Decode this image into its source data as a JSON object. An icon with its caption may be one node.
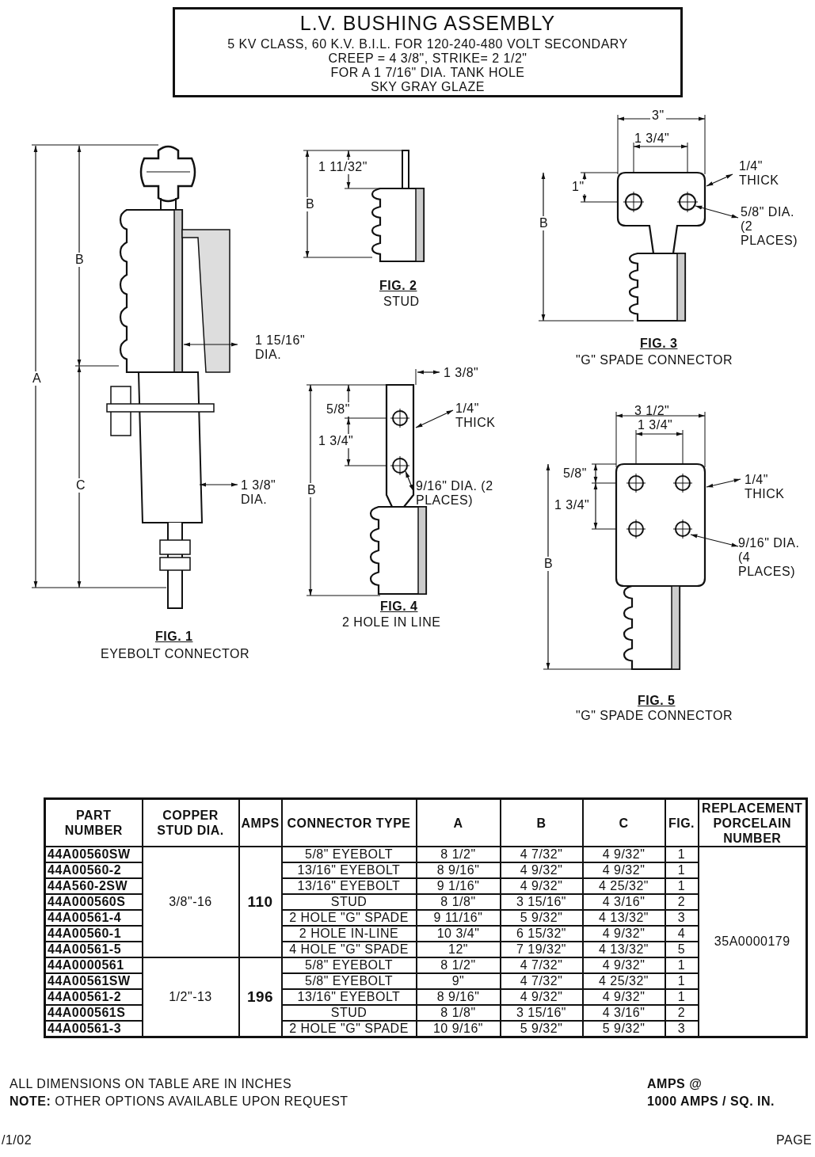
{
  "diagram": {
    "title": "L.V. BUSHING ASSEMBLY",
    "labels": [
      "5 KV CLASS, 60 K.V. B.I.L. FOR 120-240-480 VOLT SECONDARY",
      "CREEP = 4 3/8\",  STRIKE= 2 1/2\"",
      "FOR A 1 7/16\" DIA. TANK HOLE",
      "SKY GRAY GLAZE",
      "B",
      "A",
      "C",
      "1 15/16\" DIA.",
      "1 3/8\" DIA.",
      "FIG. 1",
      "EYEBOLT CONNECTOR",
      "1 11/32\"",
      "B",
      "FIG. 2",
      "STUD",
      "3\"",
      "1 3/4\"",
      "1/4\" THICK",
      "1\"",
      "5/8\" DIA. (2 PLACES)",
      "B",
      "FIG. 3",
      "\"G\" SPADE CONNECTOR",
      "1 3/8\"",
      "5/8\"",
      "1/4\" THICK",
      "1 3/4\"",
      "B",
      "9/16\" DIA. (2 PLACES)",
      "FIG. 4",
      "2 HOLE IN LINE",
      "3 1/2\"",
      "1 3/4\"",
      "1/4\" THICK",
      "5/8\"",
      "1 3/4\"",
      "9/16\" DIA. (4 PLACES)",
      "B",
      "FIG. 5",
      "\"G\" SPADE CONNECTOR",
      "PART NUMBER",
      "COPPER STUD DIA.",
      "AMPS",
      "CONNECTOR TYPE",
      "A",
      "B",
      "C",
      "FIG.",
      "REPLACEMENT PORCELAIN NUMBER",
      "44A00560SW",
      "3/8\"-16",
      "110",
      "5/8\" EYEBOLT",
      "8 1/2\"",
      "4 7/32\"",
      "4 9/32\"",
      "1",
      "35A0000179",
      "44A00560-2",
      "13/16\" EYEBOLT",
      "8 9/16\"",
      "4 9/32\"",
      "4 9/32\"",
      "1",
      "44A560-2SW",
      "13/16\" EYEBOLT",
      "9 1/16\"",
      "4 9/32\"",
      "4 25/32\"",
      "1",
      "44A000560S",
      "STUD",
      "8 1/8\"",
      "3 15/16\"",
      "4 3/16\"",
      "2",
      "44A00561-4",
      "2 HOLE \"G\" SPADE",
      "9 11/16\"",
      "5 9/32\"",
      "4 13/32\"",
      "3",
      "44A00560-1",
      "2 HOLE IN-LINE",
      "10 3/4\"",
      "6 15/32\"",
      "4 9/32\"",
      "4",
      "44A00561-5",
      "4 HOLE \"G\" SPADE",
      "12\"",
      "7 19/32\"",
      "4 13/32\"",
      "5",
      "44A0000561",
      "1/2\"-13",
      "196",
      "5/8\" EYEBOLT",
      "8 1/2\"",
      "4 7/32\"",
      "4 9/32\"",
      "1",
      "44A00561SW",
      "5/8\" EYEBOLT",
      "9\"",
      "4 7/32\"",
      "4 25/32\"",
      "1",
      "44A00561-2",
      "13/16\" EYEBOLT",
      "8 9/16\"",
      "4 9/32\"",
      "4 9/32\"",
      "1",
      "44A000561S",
      "STUD",
      "8 1/8\"",
      "3 15/16\"",
      "4 3/16\"",
      "2",
      "44A00561-3",
      "2 HOLE \"G\" SPADE",
      "10 9/16\"",
      "5 9/32\"",
      "5 9/32\"",
      "3",
      "ALL DIMENSIONS ON TABLE ARE IN INCHES",
      "**NOTE:** OTHER OPTIONS AVAILABLE UPON REQUEST",
      "AMPS @",
      "1000 AMPS / SQ. IN.",
      "/1/02",
      "PAGE"
    ]
  }
}
